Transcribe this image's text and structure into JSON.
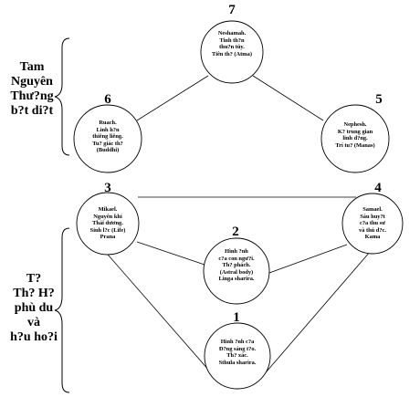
{
  "nodes": [
    {
      "id": "7",
      "number": "7",
      "lines": [
        "Neshamah.",
        "Tinh th?n",
        "thu?n túy.",
        "Tiên th? (Atma)"
      ]
    },
    {
      "id": "6",
      "number": "6",
      "lines": [
        "Ruach.",
        "Linh h?n",
        "thiêng liêng.",
        "Tu? giác th?",
        "(Buddhi)"
      ]
    },
    {
      "id": "5",
      "number": "5",
      "lines": [
        "Nephesh.",
        "K? trung gian",
        "linh d?ng.",
        "Trí tu? (Manas)"
      ]
    },
    {
      "id": "3",
      "number": "3",
      "lines": [
        "Mikael.",
        "Nguyên khí",
        "Thái dương.",
        "Sinh l?c (Life)",
        "Prana"
      ]
    },
    {
      "id": "4",
      "number": "4",
      "lines": [
        "Samael.",
        "Sáu huy?t",
        "c?a thu sư",
        "và thú d?c.",
        "Kama"
      ]
    },
    {
      "id": "2",
      "number": "2",
      "lines": [
        "Hình ?nh",
        "c?a con ngư?i.",
        "Th? phách.",
        "(Astral body)",
        "Linga sharira."
      ]
    },
    {
      "id": "1",
      "number": "1",
      "lines": [
        "Hình ?nh c?a",
        "Đ?ng sáng t?o.",
        "Th? xác.",
        "Sthula sharira."
      ]
    }
  ],
  "side_labels": [
    {
      "id": "top",
      "lines": [
        "Tam",
        "Nguyên",
        "Thư?ng",
        "b?t di?t"
      ]
    },
    {
      "id": "bottom",
      "lines": [
        "T?",
        "Th? H?",
        "phù du",
        "và",
        "h?u ho?i"
      ]
    }
  ]
}
